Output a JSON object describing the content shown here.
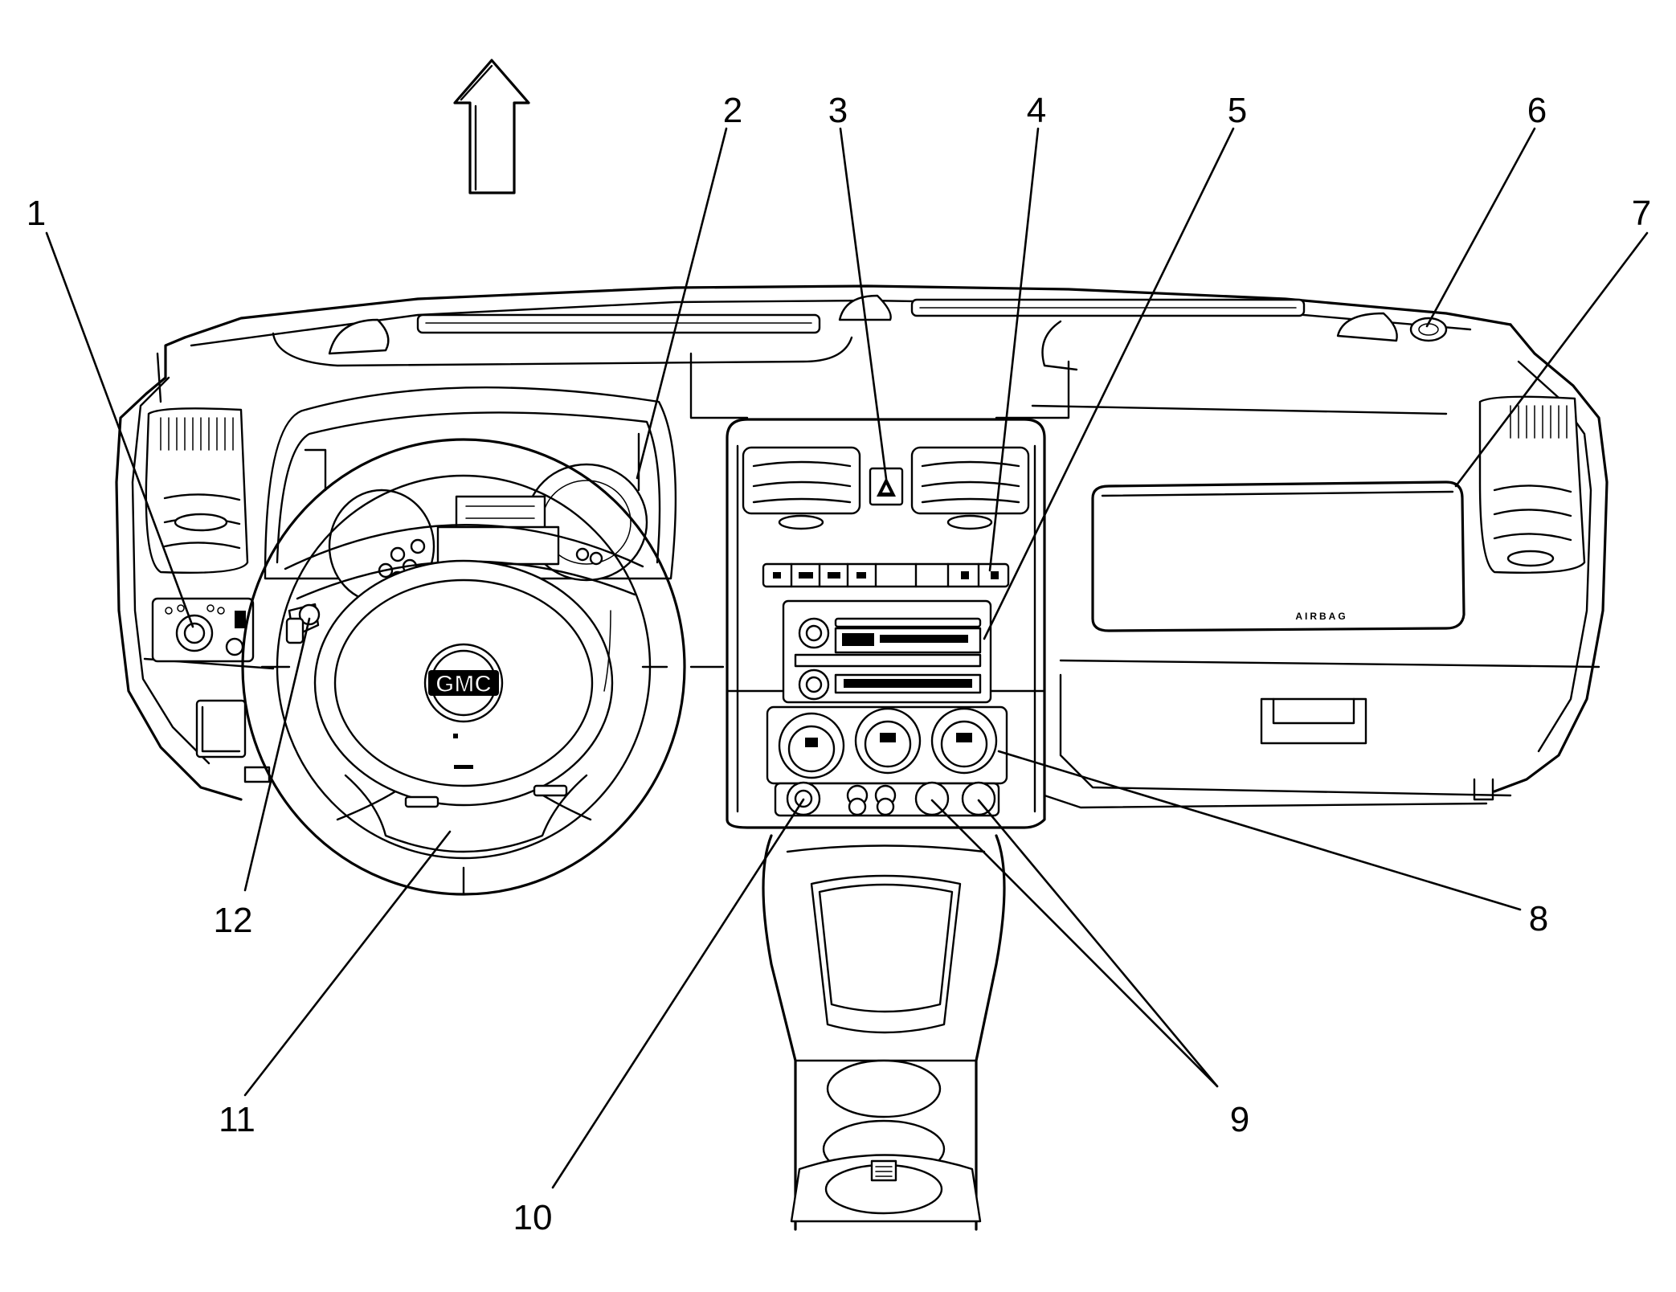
{
  "figure": {
    "steering_wheel_logo": "GMC",
    "airbag_label": "AIRBAG",
    "callouts": [
      {
        "id": "callout-1",
        "label": "1"
      },
      {
        "id": "callout-2",
        "label": "2"
      },
      {
        "id": "callout-3",
        "label": "3"
      },
      {
        "id": "callout-4",
        "label": "4"
      },
      {
        "id": "callout-5",
        "label": "5"
      },
      {
        "id": "callout-6",
        "label": "6"
      },
      {
        "id": "callout-7",
        "label": "7"
      },
      {
        "id": "callout-8",
        "label": "8"
      },
      {
        "id": "callout-9",
        "label": "9"
      },
      {
        "id": "callout-10",
        "label": "10"
      },
      {
        "id": "callout-11",
        "label": "11"
      },
      {
        "id": "callout-12",
        "label": "12"
      }
    ]
  }
}
